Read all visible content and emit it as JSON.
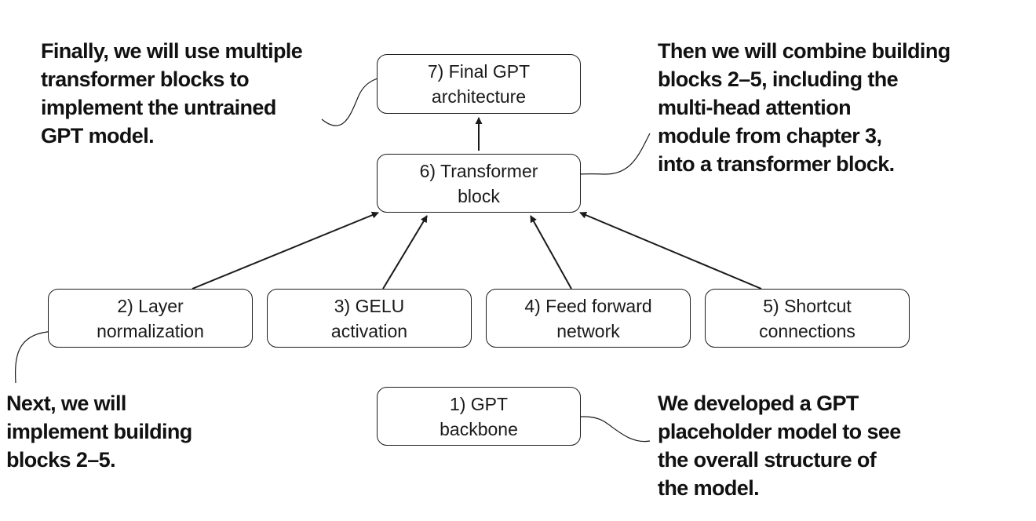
{
  "diagram": {
    "boxes": {
      "backbone": [
        "1) GPT",
        "backbone"
      ],
      "layer_norm": [
        "2) Layer",
        "normalization"
      ],
      "gelu": [
        "3) GELU",
        "activation"
      ],
      "feed_forward": [
        "4) Feed forward",
        "network"
      ],
      "shortcut": [
        "5) Shortcut",
        "connections"
      ],
      "transformer": [
        "6) Transformer",
        "block"
      ],
      "final_gpt": [
        "7) Final GPT",
        "architecture"
      ]
    },
    "notes": {
      "final": [
        "Finally, we will use multiple",
        "transformer blocks to",
        "implement the untrained",
        "GPT model."
      ],
      "combine": [
        "Then we will combine building",
        "blocks 2–5, including the",
        "multi-head attention",
        "module from chapter 3,",
        "into a transformer block."
      ],
      "next": [
        "Next, we will",
        "implement building",
        "blocks 2–5."
      ],
      "developed": [
        "We developed a GPT",
        "placeholder model to see",
        "the overall structure of",
        "the model."
      ]
    },
    "colors": {
      "stroke": "#1a1a1a",
      "text": "#111111",
      "background": "#ffffff"
    }
  }
}
